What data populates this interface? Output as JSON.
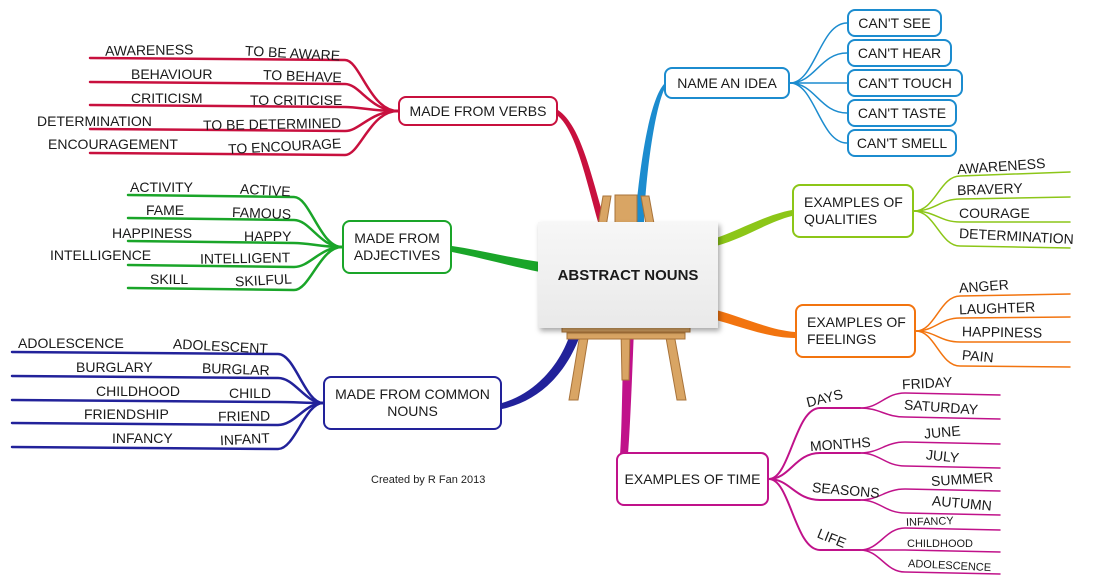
{
  "center": {
    "title": "ABSTRACT NOUNS"
  },
  "credit": "Created by R Fan 2013",
  "colors": {
    "verbs": "#c8103e",
    "idea": "#1c8ccf",
    "adjectives": "#1aa529",
    "qualities": "#8cc618",
    "feelings": "#f2740f",
    "common": "#22229a",
    "time": "#c0128a"
  },
  "branches": {
    "verbs": {
      "label": "MADE FROM VERBS",
      "nouns": [
        "AWARENESS",
        "BEHAVIOUR",
        "CRITICISM",
        "DETERMINATION",
        "ENCOURAGEMENT"
      ],
      "sources": [
        "TO BE AWARE",
        "TO BEHAVE",
        "TO CRITICISE",
        "TO BE DETERMINED",
        "TO ENCOURAGE"
      ]
    },
    "idea": {
      "label": "NAME AN IDEA",
      "items": [
        "CAN'T SEE",
        "CAN'T HEAR",
        "CAN'T TOUCH",
        "CAN'T TASTE",
        "CAN'T SMELL"
      ]
    },
    "adjectives": {
      "label": "MADE FROM ADJECTIVES",
      "nouns": [
        "ACTIVITY",
        "FAME",
        "HAPPINESS",
        "INTELLIGENCE",
        "SKILL"
      ],
      "sources": [
        "ACTIVE",
        "FAMOUS",
        "HAPPY",
        "INTELLIGENT",
        "SKILFUL"
      ]
    },
    "qualities": {
      "label": "EXAMPLES OF QUALITIES",
      "items": [
        "AWARENESS",
        "BRAVERY",
        "COURAGE",
        "DETERMINATION"
      ]
    },
    "feelings": {
      "label": "EXAMPLES OF FEELINGS",
      "items": [
        "ANGER",
        "LAUGHTER",
        "HAPPINESS",
        "PAIN"
      ]
    },
    "common": {
      "label": "MADE FROM COMMON NOUNS",
      "nouns": [
        "ADOLESCENCE",
        "BURGLARY",
        "CHILDHOOD",
        "FRIENDSHIP",
        "INFANCY"
      ],
      "sources": [
        "ADOLESCENT",
        "BURGLAR",
        "CHILD",
        "FRIEND",
        "INFANT"
      ]
    },
    "time": {
      "label": "EXAMPLES OF TIME",
      "groups": [
        {
          "label": "DAYS",
          "items": [
            "FRIDAY",
            "SATURDAY"
          ]
        },
        {
          "label": "MONTHS",
          "items": [
            "JUNE",
            "JULY"
          ]
        },
        {
          "label": "SEASONS",
          "items": [
            "SUMMER",
            "AUTUMN"
          ]
        },
        {
          "label": "LIFE",
          "items": [
            "INFANCY",
            "CHILDHOOD",
            "ADOLESCENCE"
          ]
        }
      ]
    }
  }
}
